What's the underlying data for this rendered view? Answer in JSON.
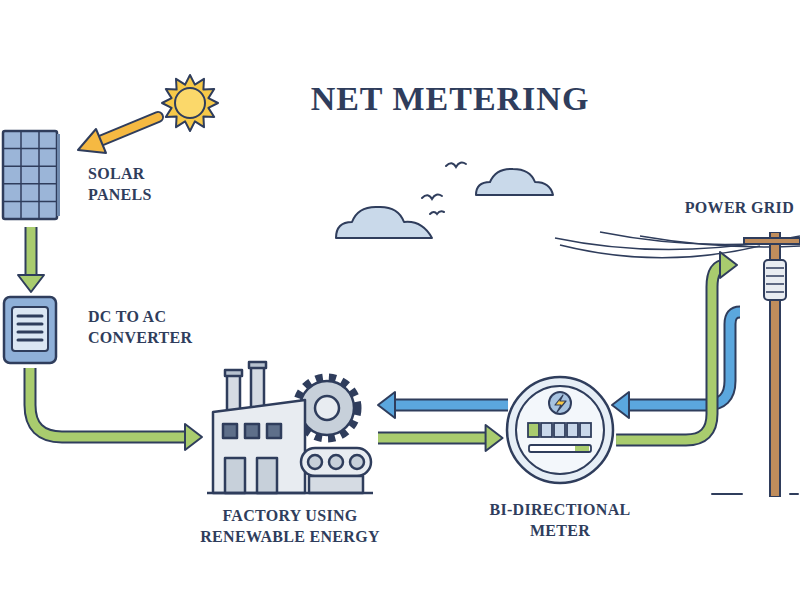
{
  "diagram": {
    "title": "NET METERING",
    "nodes": [
      {
        "text": [
          "SOLAR PANELS"
        ]
      },
      {
        "text": [
          "DC TO AC CONVERTER"
        ]
      },
      {
        "text": [
          "FACTORY USING RENEWABLE ENERGY"
        ]
      },
      {
        "text": [
          "BI-DIRECTIONAL METER"
        ]
      },
      {
        "text": [
          "POWER GRID"
        ]
      }
    ],
    "edges": [
      {
        "from": 0,
        "to": 1,
        "arrow": "to"
      },
      {
        "from": 1,
        "to": 2,
        "arrow": "to"
      },
      {
        "from": 3,
        "to": 2,
        "arrow": "to"
      },
      {
        "from": 2,
        "to": 3,
        "arrow": "to"
      },
      {
        "from": 3,
        "to": 4,
        "arrow": "to"
      },
      {
        "from": 4,
        "to": 3,
        "arrow": "to"
      }
    ]
  }
}
